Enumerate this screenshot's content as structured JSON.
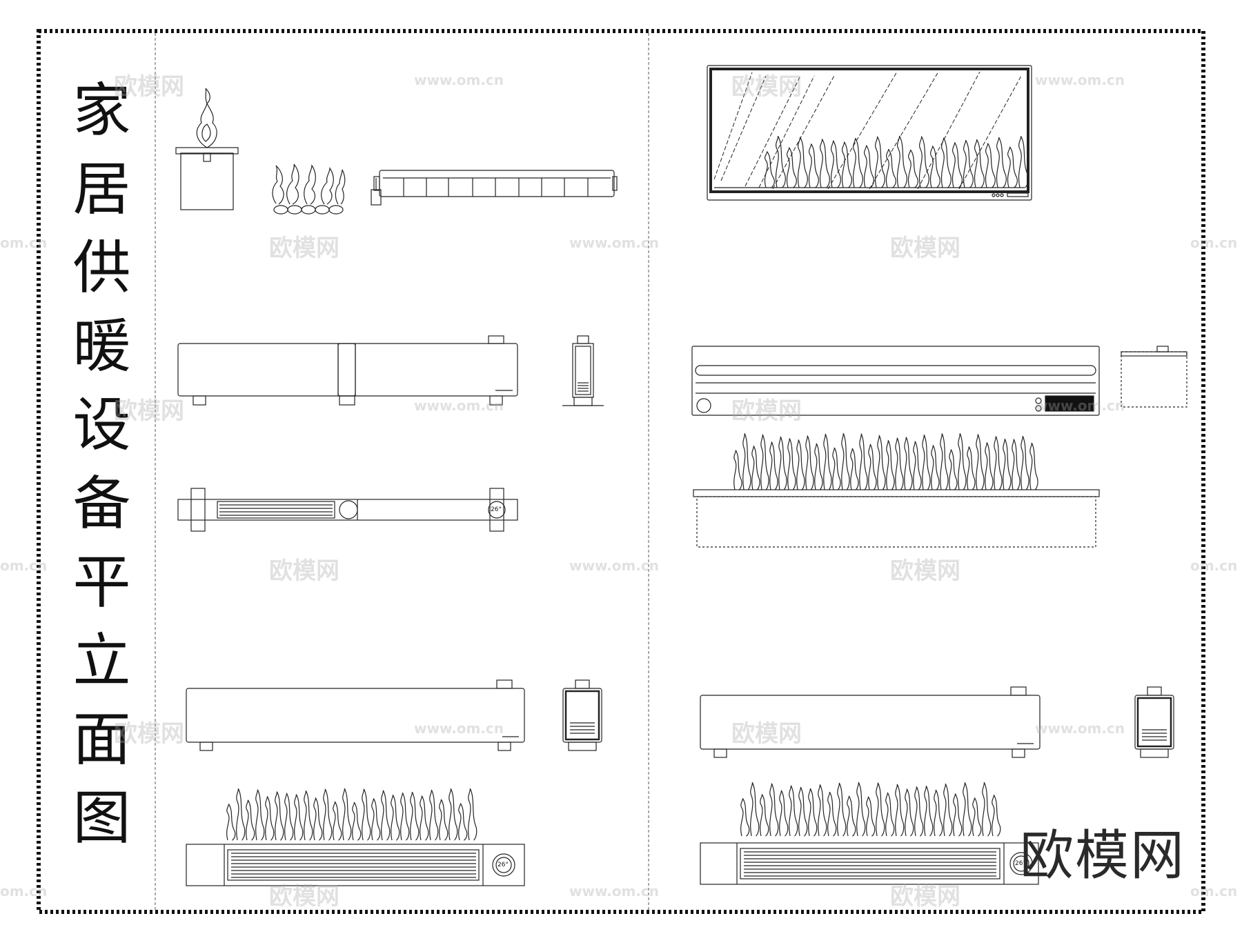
{
  "title": {
    "chars": [
      "家",
      "居",
      "供",
      "暖",
      "设",
      "备",
      "平",
      "立",
      "面",
      "图"
    ]
  },
  "watermark": {
    "brand": "欧模网",
    "url": "www.om.cn",
    "url_fragment": "om.cn"
  },
  "heater_display": {
    "temp": "26°"
  },
  "colors": {
    "line": "#222222",
    "border": "#111111",
    "watermark": "#bbbbbb"
  }
}
